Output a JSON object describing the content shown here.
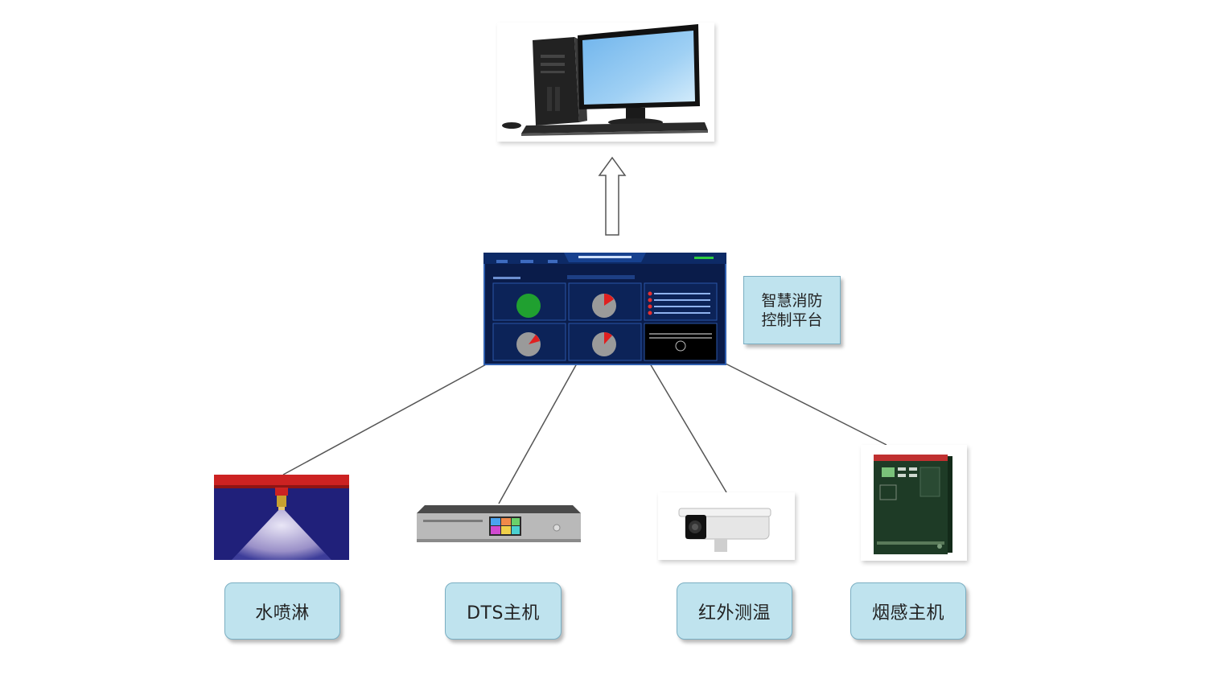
{
  "platform_label": "智慧消防\n控制平台",
  "devices": [
    {
      "label": "水喷淋"
    },
    {
      "label": "DTS主机"
    },
    {
      "label": "红外测温"
    },
    {
      "label": "烟感主机"
    }
  ]
}
